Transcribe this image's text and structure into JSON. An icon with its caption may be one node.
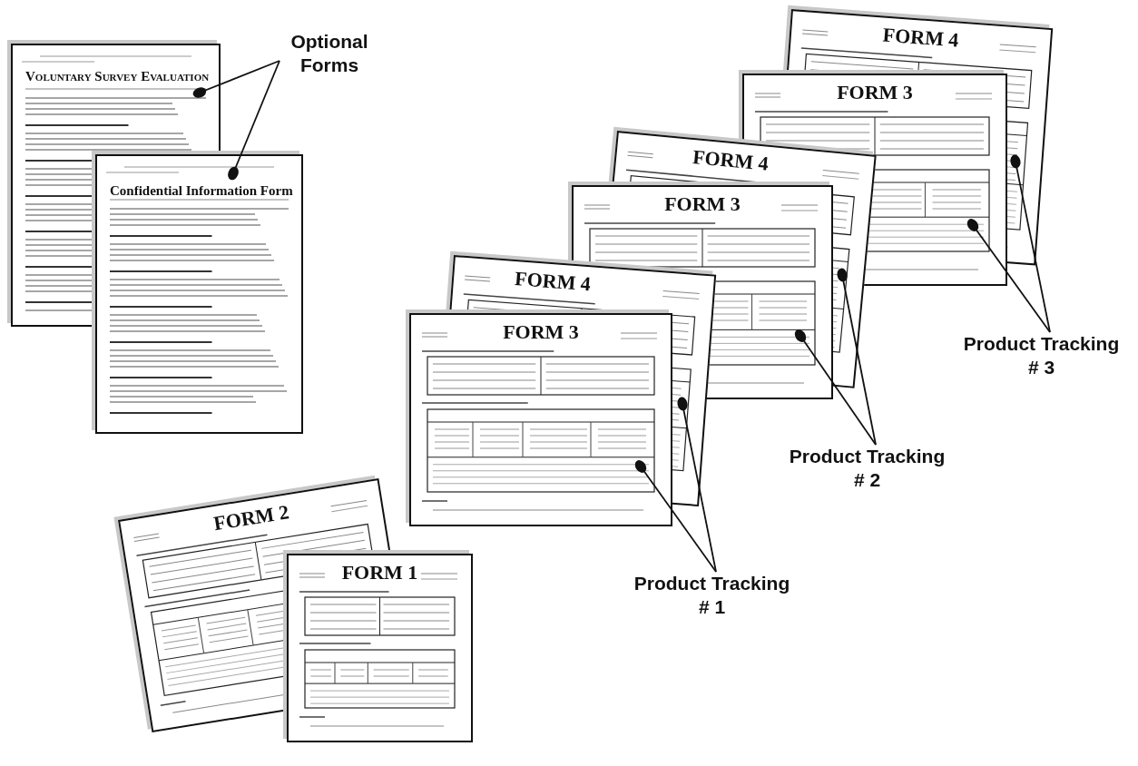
{
  "diagram": {
    "nodes": [
      {
        "text": [
          "Voluntary Survey Evaluation"
        ]
      },
      {
        "text": [
          "Confidential Information Form"
        ]
      },
      {
        "text": [
          "Optional Forms"
        ]
      },
      {
        "text": [
          "FORM 4"
        ]
      },
      {
        "text": [
          "FORM 3"
        ]
      },
      {
        "text": [
          "FORM 4"
        ]
      },
      {
        "text": [
          "FORM 3"
        ]
      },
      {
        "text": [
          "FORM 4"
        ]
      },
      {
        "text": [
          "FORM 3"
        ]
      },
      {
        "text": [
          "Product Tracking # 3"
        ]
      },
      {
        "text": [
          "Product Tracking # 2"
        ]
      },
      {
        "text": [
          "FORM 2"
        ]
      },
      {
        "text": [
          "FORM 1"
        ]
      },
      {
        "text": [
          "Product Tracking # 1"
        ]
      }
    ],
    "edges": [
      {
        "from": 2,
        "to": 0,
        "arrow": "other"
      },
      {
        "from": 2,
        "to": 1,
        "arrow": "other"
      },
      {
        "from": 9,
        "to": 3,
        "arrow": "other"
      },
      {
        "from": 9,
        "to": 4,
        "arrow": "other"
      },
      {
        "from": 10,
        "to": 5,
        "arrow": "other"
      },
      {
        "from": 10,
        "to": 6,
        "arrow": "other"
      },
      {
        "from": 13,
        "to": 7,
        "arrow": "other"
      },
      {
        "from": 13,
        "to": 8,
        "arrow": "other"
      }
    ]
  }
}
